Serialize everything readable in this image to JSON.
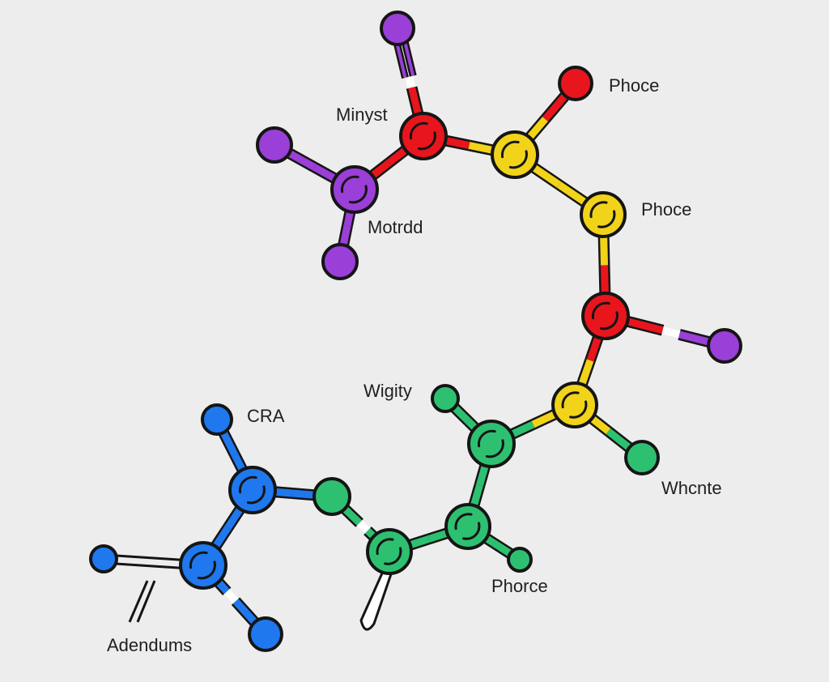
{
  "colors": {
    "background": "#ededed",
    "purple": "#9a3fd8",
    "red": "#e8151d",
    "yellow": "#f1d31a",
    "green": "#2ec071",
    "blue": "#1f78ee",
    "outline": "#151515",
    "bond_white": "#ffffff"
  },
  "labels": {
    "minyst": "Minyst",
    "motrdd": "Motrdd",
    "phoce_top": "Phoce",
    "phoce_mid": "Phoce",
    "wigity": "Wigity",
    "whcnte": "Whcnte",
    "cra": "CRA",
    "phorce": "Phorce",
    "adendums": "Adendums"
  }
}
